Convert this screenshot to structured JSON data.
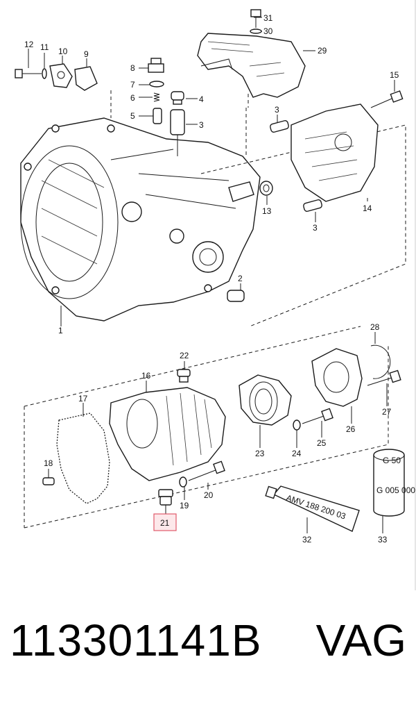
{
  "diagram": {
    "callouts": [
      "1",
      "2",
      "3",
      "3",
      "3",
      "4",
      "5",
      "6",
      "7",
      "8",
      "9",
      "10",
      "11",
      "12",
      "13",
      "14",
      "15",
      "16",
      "17",
      "18",
      "19",
      "20",
      "21",
      "22",
      "23",
      "24",
      "25",
      "26",
      "27",
      "28",
      "29",
      "30",
      "31",
      "32",
      "33"
    ],
    "highlighted_callout": "21",
    "tube_text": "AMV 188 200 03",
    "can_text_top": "G 50",
    "can_text_mid": "G 005 000",
    "highlight_color": "#e05a6a"
  },
  "footer": {
    "part_number": "113301141B",
    "brand": "VAG"
  }
}
